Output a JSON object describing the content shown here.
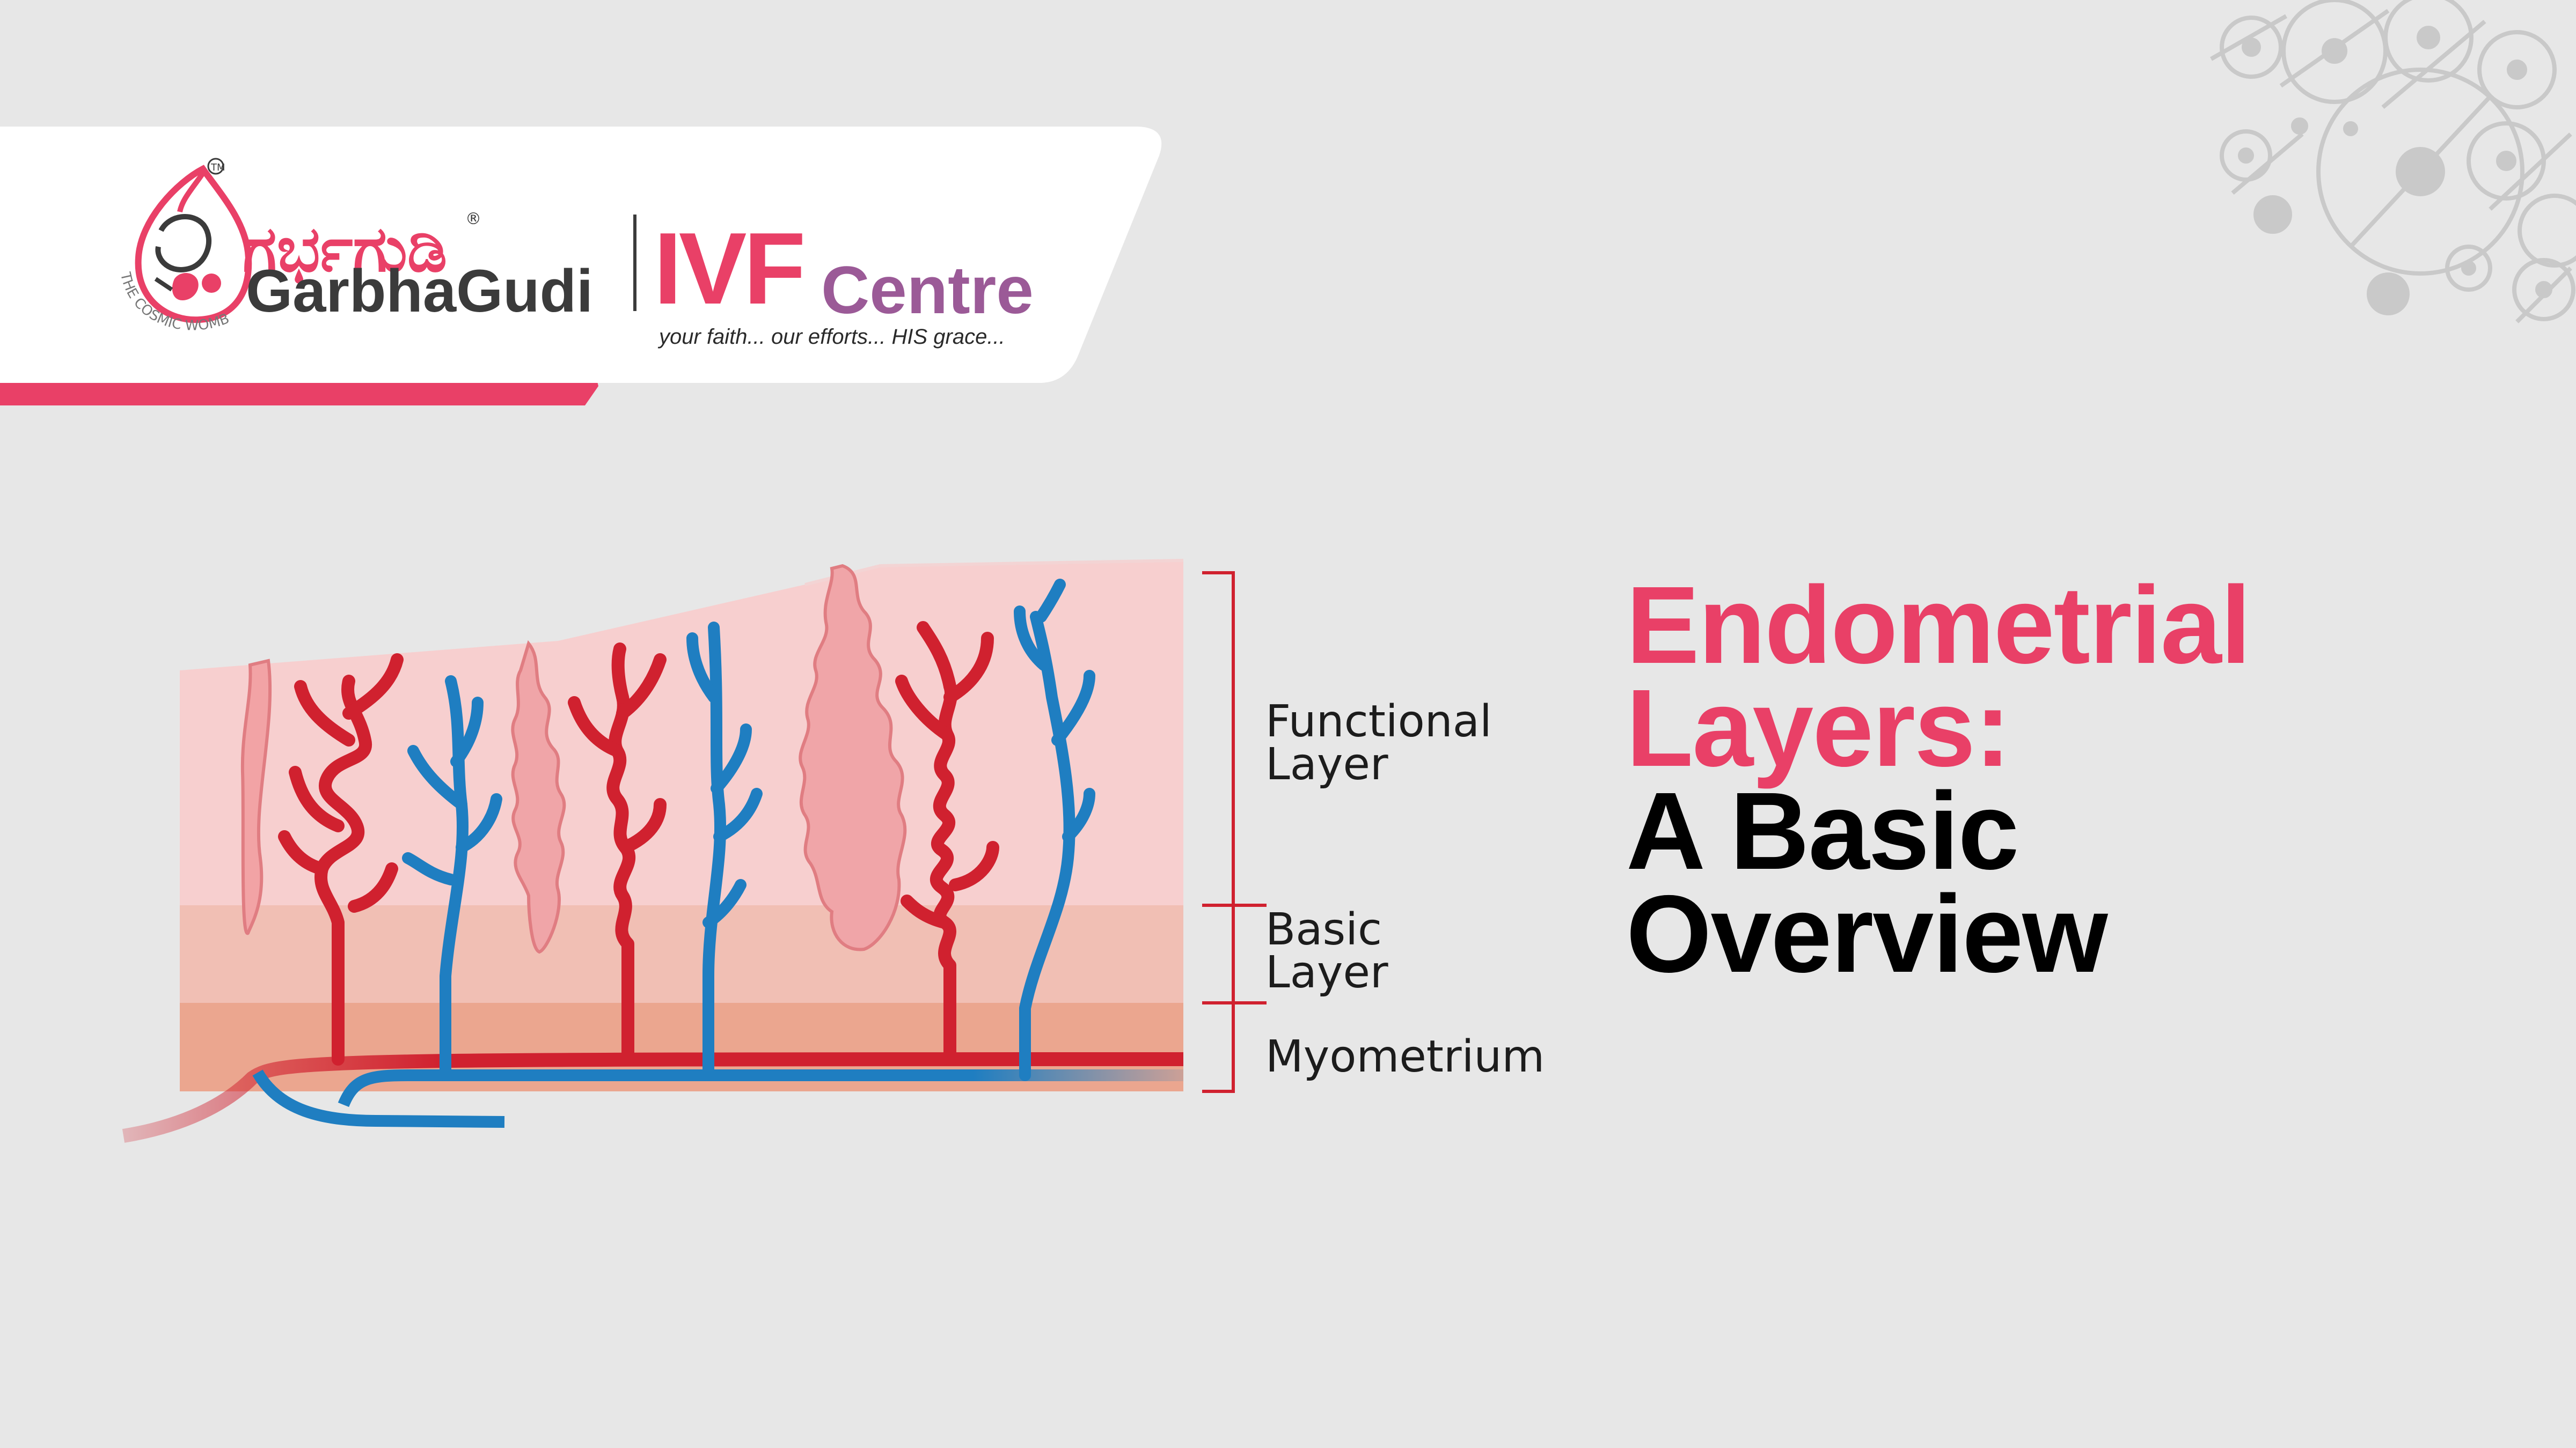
{
  "brand": {
    "kannada_name": "ಗರ್ಭಗುಡಿ",
    "name": "GarbhaGudi",
    "circle_text": "THE COSMIC WOMB",
    "tm": "TM",
    "reg": "®",
    "ivf": "IVF",
    "centre": "Centre",
    "tagline": "your faith... our efforts... HIS grace..."
  },
  "title": {
    "line1": "Endometrial",
    "line2": "Layers:",
    "line3": "A Basic",
    "line4": "Overview"
  },
  "layers": {
    "functional_1": "Functional",
    "functional_2": "Layer",
    "basic_1": "Basic",
    "basic_2": "Layer",
    "myometrium": "Myometrium"
  },
  "colors": {
    "accent_pink": "#e94067",
    "purple": "#9b5a97",
    "artery_red": "#d0212f",
    "vein_blue": "#1f7ec1",
    "background": "#e7e7e7"
  },
  "icons": [
    "womb-logo-icon",
    "cell-pattern-icon"
  ]
}
